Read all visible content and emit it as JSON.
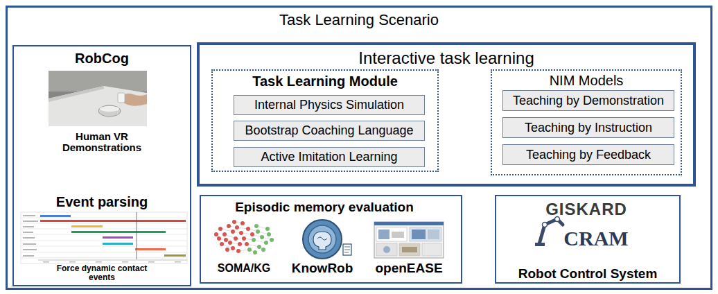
{
  "diagram": {
    "nodes": [
      {
        "text": [
          "Task Learning Scenario"
        ]
      },
      {
        "text": [
          "RobCog",
          "Human VR Demonstrations",
          "Event parsing",
          "Force dynamic contact events"
        ],
        "in": 0
      },
      {
        "text": [
          "Interactive task learning"
        ],
        "in": 0
      },
      {
        "text": [
          "Task Learning Module"
        ],
        "in": 2
      },
      {
        "text": [
          "Internal Physics Simulation"
        ],
        "in": 3
      },
      {
        "text": [
          "Bootstrap Coaching Language"
        ],
        "in": 3
      },
      {
        "text": [
          "Active Imitation Learning"
        ],
        "in": 3
      },
      {
        "text": [
          "NIM Models"
        ],
        "in": 2
      },
      {
        "text": [
          "Teaching by Demonstration"
        ],
        "in": 7
      },
      {
        "text": [
          "Teaching by Instruction"
        ],
        "in": 7
      },
      {
        "text": [
          "Teaching by Feedback"
        ],
        "in": 7
      },
      {
        "text": [
          "Episodic memory evaluation",
          "SOMA/KG",
          "KnowRob",
          "openEASE"
        ],
        "in": 0
      },
      {
        "text": [
          "GISKARD",
          "CRAM",
          "Robot Control System"
        ],
        "in": 0
      }
    ]
  }
}
